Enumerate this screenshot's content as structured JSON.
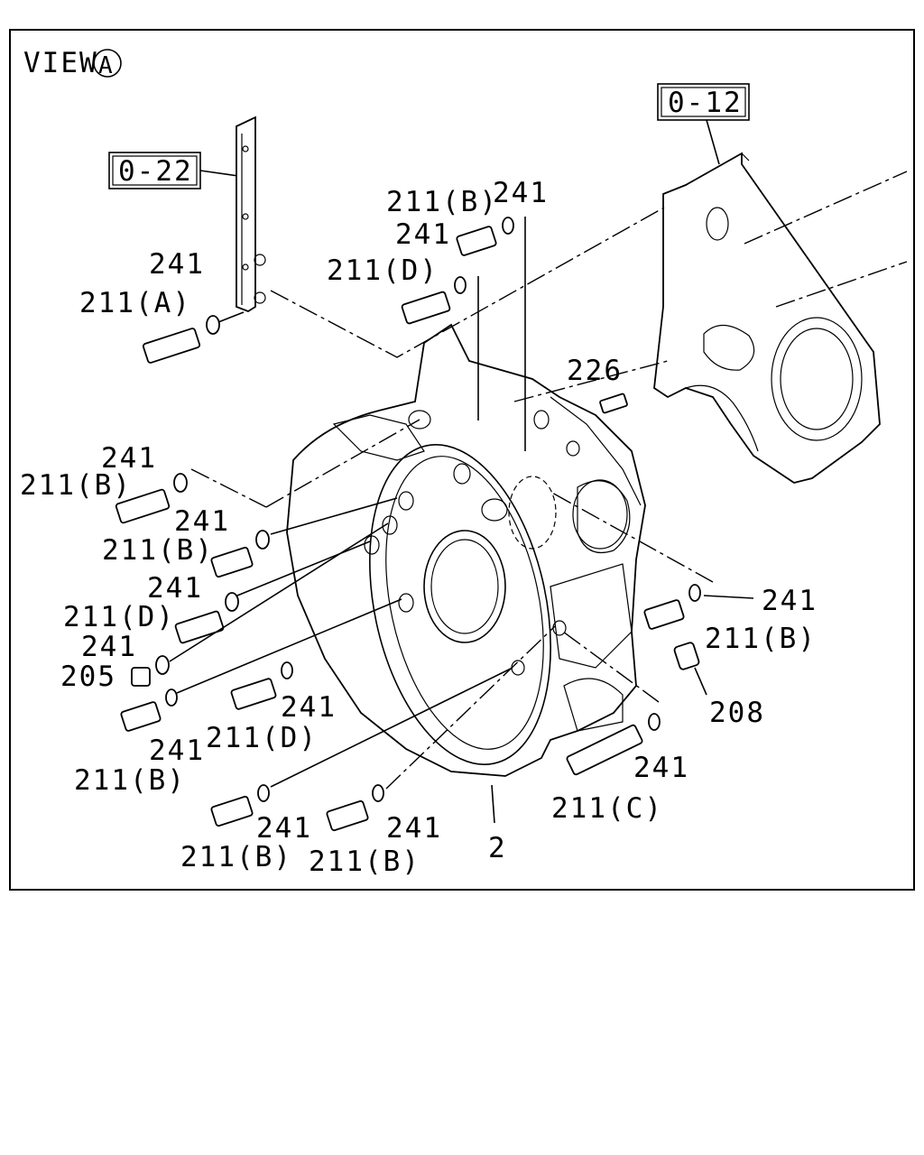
{
  "view_label": {
    "text": "VIEW",
    "marker": "A"
  },
  "ref_boxes": [
    {
      "id": "0-12",
      "text": "0-12"
    },
    {
      "id": "0-22",
      "text": "0-22"
    }
  ],
  "callouts": [
    {
      "text": "211(B)"
    },
    {
      "text": "241"
    },
    {
      "text": "241"
    },
    {
      "text": "211(D)"
    },
    {
      "text": "241"
    },
    {
      "text": "211(A)"
    },
    {
      "text": "226"
    },
    {
      "text": "241"
    },
    {
      "text": "211(B)"
    },
    {
      "text": "241"
    },
    {
      "text": "211(B)"
    },
    {
      "text": "241"
    },
    {
      "text": "211(D)"
    },
    {
      "text": "241"
    },
    {
      "text": "205"
    },
    {
      "text": "241"
    },
    {
      "text": "211(B)"
    },
    {
      "text": "208"
    },
    {
      "text": "241"
    },
    {
      "text": "211(D)"
    },
    {
      "text": "241"
    },
    {
      "text": "211(B)"
    },
    {
      "text": "241"
    },
    {
      "text": "211(C)"
    },
    {
      "text": "241"
    },
    {
      "text": "241"
    },
    {
      "text": "211(B)"
    },
    {
      "text": "211(B)"
    },
    {
      "text": "2"
    }
  ]
}
